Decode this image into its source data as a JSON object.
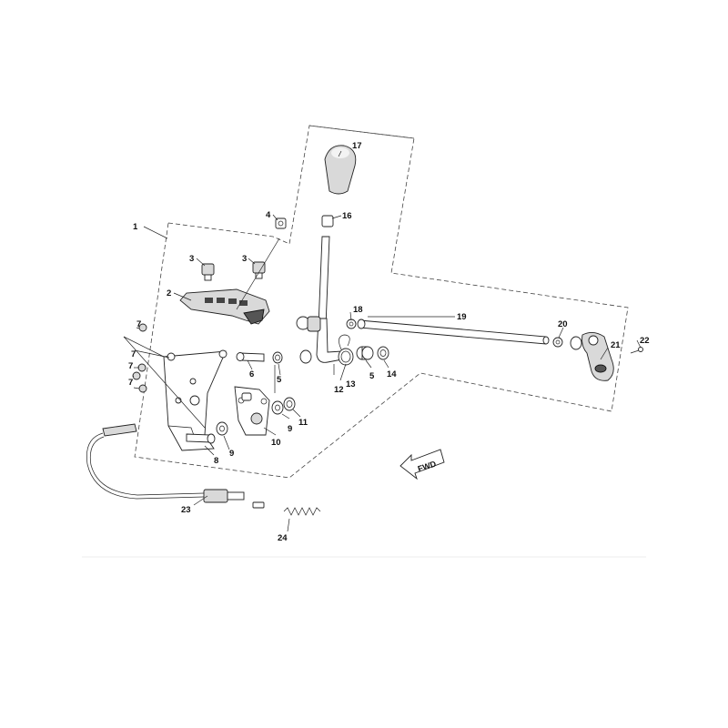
{
  "callouts": {
    "c1": "1",
    "c2": "2",
    "c3a": "3",
    "c3b": "3",
    "c4": "4",
    "c5a": "5",
    "c5b": "5",
    "c6": "6",
    "c7a": "7",
    "c7b": "7",
    "c7c": "7",
    "c7d": "7",
    "c8": "8",
    "c9a": "9",
    "c9b": "9",
    "c10": "10",
    "c11": "11",
    "c12": "12",
    "c13": "13",
    "c14": "14",
    "c16": "16",
    "c17": "17",
    "c18": "18",
    "c19": "19",
    "c20": "20",
    "c21": "21",
    "c22": "22",
    "c23": "23",
    "c24": "24"
  },
  "direction_arrow": {
    "label": "FWD"
  }
}
